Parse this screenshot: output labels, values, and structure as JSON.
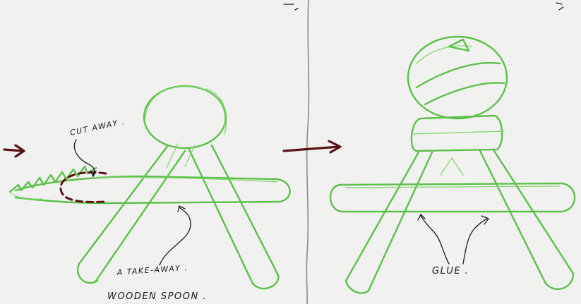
{
  "labels": {
    "cut_away": "CUT AWAY .",
    "take_away": "A TAKE-AWAY .",
    "wooden_spoon": "WOODEN SPOON .",
    "glue": "GLUE ."
  },
  "colors": {
    "paper": "#f1f1ef",
    "sketch_green": "#5cc04a",
    "marker_red": "#5a1418",
    "ink": "#1c1c1c",
    "fold_line": "#8a8a8a"
  },
  "icons": [
    "arrow-right-icon",
    "arrow-right-icon",
    "arrow-icon",
    "arrow-icon",
    "arrow-icon",
    "arrow-icon"
  ]
}
